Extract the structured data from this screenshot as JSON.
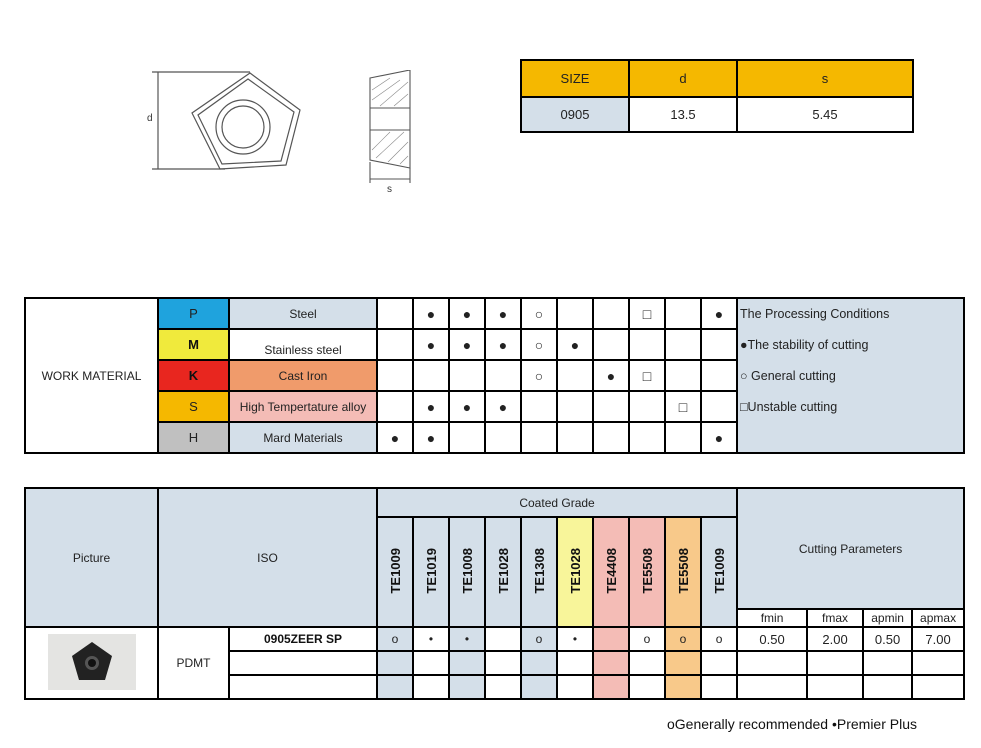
{
  "size_table": {
    "headers": [
      "SIZE",
      "d",
      "s"
    ],
    "row": [
      "0905",
      "13.5",
      "5.45"
    ],
    "header_color": "#f5b800"
  },
  "diagram": {
    "d_label": "d",
    "s_label": "s"
  },
  "work_material": {
    "label": "WORK MATERIAL",
    "materials": [
      {
        "code": "P",
        "name": "Steel",
        "code_color": "#1fa3dd",
        "name_color": "#d4dfe9",
        "marks": [
          "",
          "●",
          "●",
          "●",
          "○",
          "",
          "",
          "□",
          "",
          "●"
        ]
      },
      {
        "code": "M",
        "name": "Stainless steel",
        "code_color": "#f0ea3c",
        "name_color": "#ffffff",
        "marks": [
          "",
          "●",
          "●",
          "●",
          "○",
          "●",
          "",
          "",
          "",
          ""
        ]
      },
      {
        "code": "K",
        "name": "Cast Iron",
        "code_color": "#e8261f",
        "name_color": "#f09b6b",
        "marks": [
          "",
          "",
          "",
          "",
          "○",
          "",
          "●",
          "□",
          "",
          ""
        ]
      },
      {
        "code": "S",
        "name": "High Tempertature alloy",
        "code_color": "#f5b800",
        "name_color": "#f4bcb6",
        "marks": [
          "",
          "●",
          "●",
          "●",
          "",
          "",
          "",
          "",
          "□",
          ""
        ]
      },
      {
        "code": "H",
        "name": "Mard Materials",
        "code_color": "#c0c0c0",
        "name_color": "#d4dfe9",
        "marks": [
          "●",
          "●",
          "",
          "",
          "",
          "",
          "",
          "",
          "",
          "●"
        ]
      }
    ],
    "legend": [
      "The Processing Conditions",
      "●The stability of cutting",
      "○ General cutting",
      "□Unstable cutting"
    ]
  },
  "grade_table": {
    "picture_label": "Picture",
    "iso_label": "ISO",
    "coated_grade_label": "Coated Grade",
    "cutting_params_label": "Cutting Parameters",
    "grades": [
      "TE1009",
      "TE1019",
      "TE1008",
      "TE1028",
      "TE1308",
      "TE1028",
      "TE4408",
      "TE5508",
      "TE5508",
      "TE1009"
    ],
    "param_headers": [
      "fmin",
      "fmax",
      "apmin",
      "apmax"
    ],
    "iso": "PDMT",
    "rows": [
      {
        "code": "0905ZEER SP",
        "marks": [
          "o",
          "•",
          "•",
          "",
          "o",
          "•",
          "",
          "o",
          "o",
          "o"
        ],
        "params": [
          "0.50",
          "2.00",
          "0.50",
          "7.00"
        ]
      },
      {
        "code": "",
        "marks": [
          "",
          "",
          "",
          "",
          "",
          "",
          "",
          "",
          "",
          ""
        ],
        "params": [
          "",
          "",
          "",
          ""
        ]
      },
      {
        "code": "",
        "marks": [
          "",
          "",
          "",
          "",
          "",
          "",
          "",
          "",
          "",
          ""
        ],
        "params": [
          "",
          "",
          "",
          ""
        ]
      }
    ]
  },
  "footnote": "oGenerally recommended  •Premier Plus"
}
